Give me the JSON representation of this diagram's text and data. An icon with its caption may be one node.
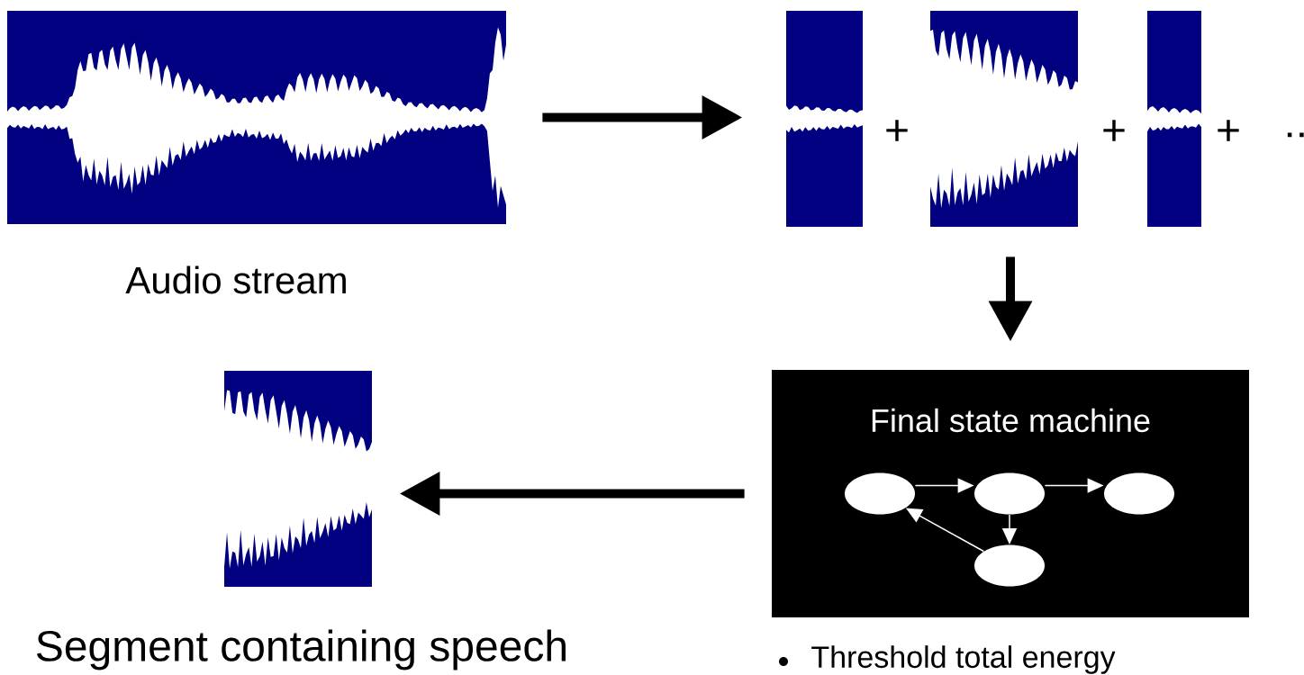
{
  "diagram": {
    "nodes": [
      {
        "text": [],
        "shape": "picture",
        "beside": [
          "Audio stream"
        ]
      },
      {
        "text": [],
        "shape": "picture"
      },
      {
        "text": [],
        "shape": "picture"
      },
      {
        "text": [],
        "shape": "picture"
      },
      {
        "text": [
          "Final state machine"
        ],
        "beside": [
          "Threshold total energy"
        ]
      },
      {
        "text": [],
        "shape": "ellipse",
        "in": 4
      },
      {
        "text": [],
        "shape": "ellipse",
        "in": 4
      },
      {
        "text": [],
        "shape": "ellipse",
        "in": 4
      },
      {
        "text": [],
        "shape": "ellipse",
        "in": 4
      },
      {
        "text": [],
        "shape": "picture",
        "beside": [
          "Segment containing speech"
        ]
      }
    ],
    "edges": [
      {
        "from": 0,
        "to": 1,
        "arrow": "to",
        "style": "thick",
        "color": "#000000"
      },
      {
        "from": 2,
        "to": 4,
        "arrow": "to",
        "style": "thick",
        "color": "#000000"
      },
      {
        "from": 4,
        "to": 9,
        "arrow": "to",
        "style": "thick",
        "color": "#000000"
      },
      {
        "from": 5,
        "to": 6,
        "arrow": "to"
      },
      {
        "from": 6,
        "to": 7,
        "arrow": "to"
      },
      {
        "from": 6,
        "to": 8,
        "arrow": "to"
      },
      {
        "from": 8,
        "to": 5,
        "arrow": "to"
      }
    ],
    "labels": [
      "+",
      "+",
      "+",
      ".."
    ]
  }
}
